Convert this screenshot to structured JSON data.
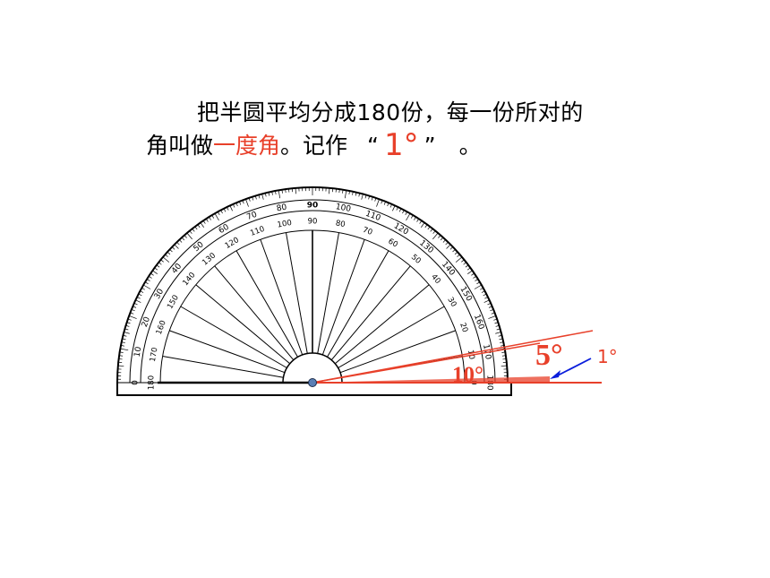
{
  "text": {
    "line1": "把半圆平均分成180份，每一份所对的",
    "line2_prefix": "角叫做",
    "line2_term": "一度角",
    "line2_mid": "。记作",
    "open_quote": "“",
    "degree_symbol": "1°",
    "close_quote": "”",
    "end_mark": "。"
  },
  "protractor": {
    "outer_labels": [
      "0",
      "10",
      "20",
      "30",
      "40",
      "50",
      "60",
      "70",
      "80",
      "90",
      "100",
      "110",
      "120",
      "130",
      "140",
      "150",
      "160",
      "170",
      "180"
    ],
    "inner_labels": [
      "180",
      "170",
      "160",
      "150",
      "140",
      "130",
      "120",
      "110",
      "100",
      "90",
      "80",
      "70",
      "60",
      "50",
      "40",
      "30",
      "20",
      "10",
      "0"
    ],
    "stroke_color": "#000000",
    "hub_color": "#5b7fb5"
  },
  "annotations": {
    "angle_5_label": "5°",
    "angle_10_label": "10°",
    "angle_1_label": "1°",
    "label_color": "#e8402a",
    "arrow_color": "#0a1edc"
  }
}
